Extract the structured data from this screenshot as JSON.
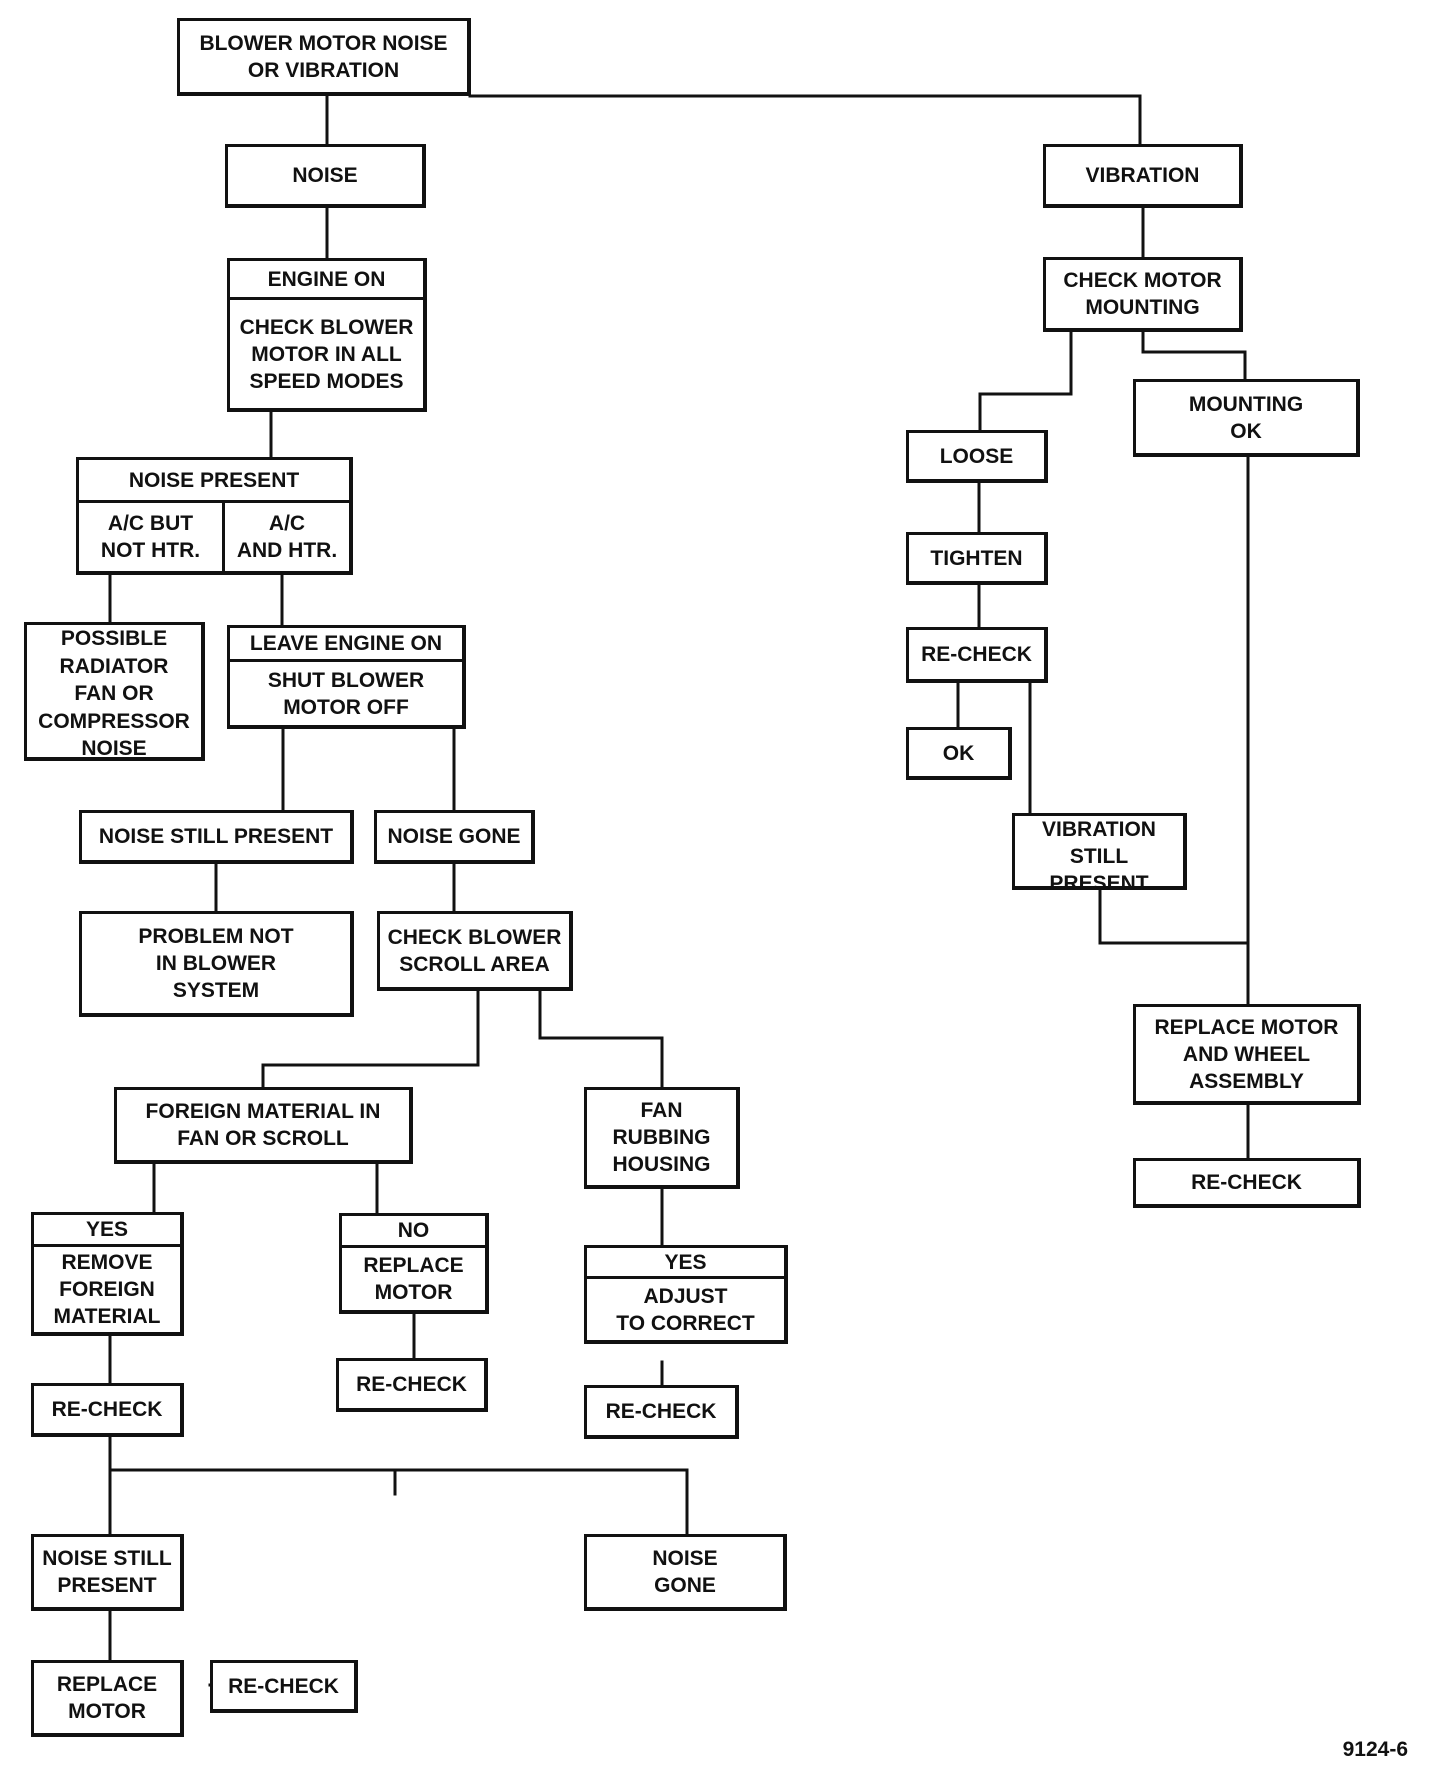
{
  "figure_number": "9124-6",
  "nodes": {
    "root": "BLOWER MOTOR NOISE\nOR VIBRATION",
    "noise": "NOISE",
    "vibration": "VIBRATION",
    "engine_on": "ENGINE ON",
    "check_blower_modes": "CHECK BLOWER\nMOTOR IN ALL\nSPEED MODES",
    "noise_present": "NOISE PRESENT",
    "ac_not_htr": "A/C BUT\nNOT HTR.",
    "ac_and_htr": "A/C\nAND HTR.",
    "possible_radiator": "POSSIBLE\nRADIATOR\nFAN OR\nCOMPRESSOR\nNOISE",
    "leave_engine_on": "LEAVE ENGINE ON",
    "shut_blower_off": "SHUT BLOWER\nMOTOR OFF",
    "noise_still_present_1": "NOISE STILL PRESENT",
    "noise_gone_1": "NOISE GONE",
    "problem_not_blower": "PROBLEM NOT\nIN BLOWER\nSYSTEM",
    "check_scroll": "CHECK BLOWER\nSCROLL AREA",
    "foreign_material": "FOREIGN MATERIAL IN\nFAN OR SCROLL",
    "fan_rubbing": "FAN\nRUBBING\nHOUSING",
    "yes_1": "YES",
    "remove_foreign": "REMOVE\nFOREIGN\nMATERIAL",
    "no_1": "NO",
    "replace_motor_1": "REPLACE\nMOTOR",
    "yes_2": "YES",
    "adjust_correct": "ADJUST\nTO CORRECT",
    "recheck_1": "RE-CHECK",
    "recheck_2": "RE-CHECK",
    "recheck_3": "RE-CHECK",
    "noise_still_present_2": "NOISE STILL\nPRESENT",
    "noise_gone_2": "NOISE\nGONE",
    "replace_motor_2": "REPLACE\nMOTOR",
    "recheck_4": "RE-CHECK",
    "check_mounting": "CHECK MOTOR\nMOUNTING",
    "mounting_ok": "MOUNTING\nOK",
    "loose": "LOOSE",
    "tighten": "TIGHTEN",
    "recheck_5": "RE-CHECK",
    "ok": "OK",
    "vibration_still_present": "VIBRATION\nSTILL PRESENT",
    "replace_motor_wheel": "REPLACE MOTOR\nAND  WHEEL\nASSEMBLY",
    "recheck_6": "RE-CHECK"
  }
}
